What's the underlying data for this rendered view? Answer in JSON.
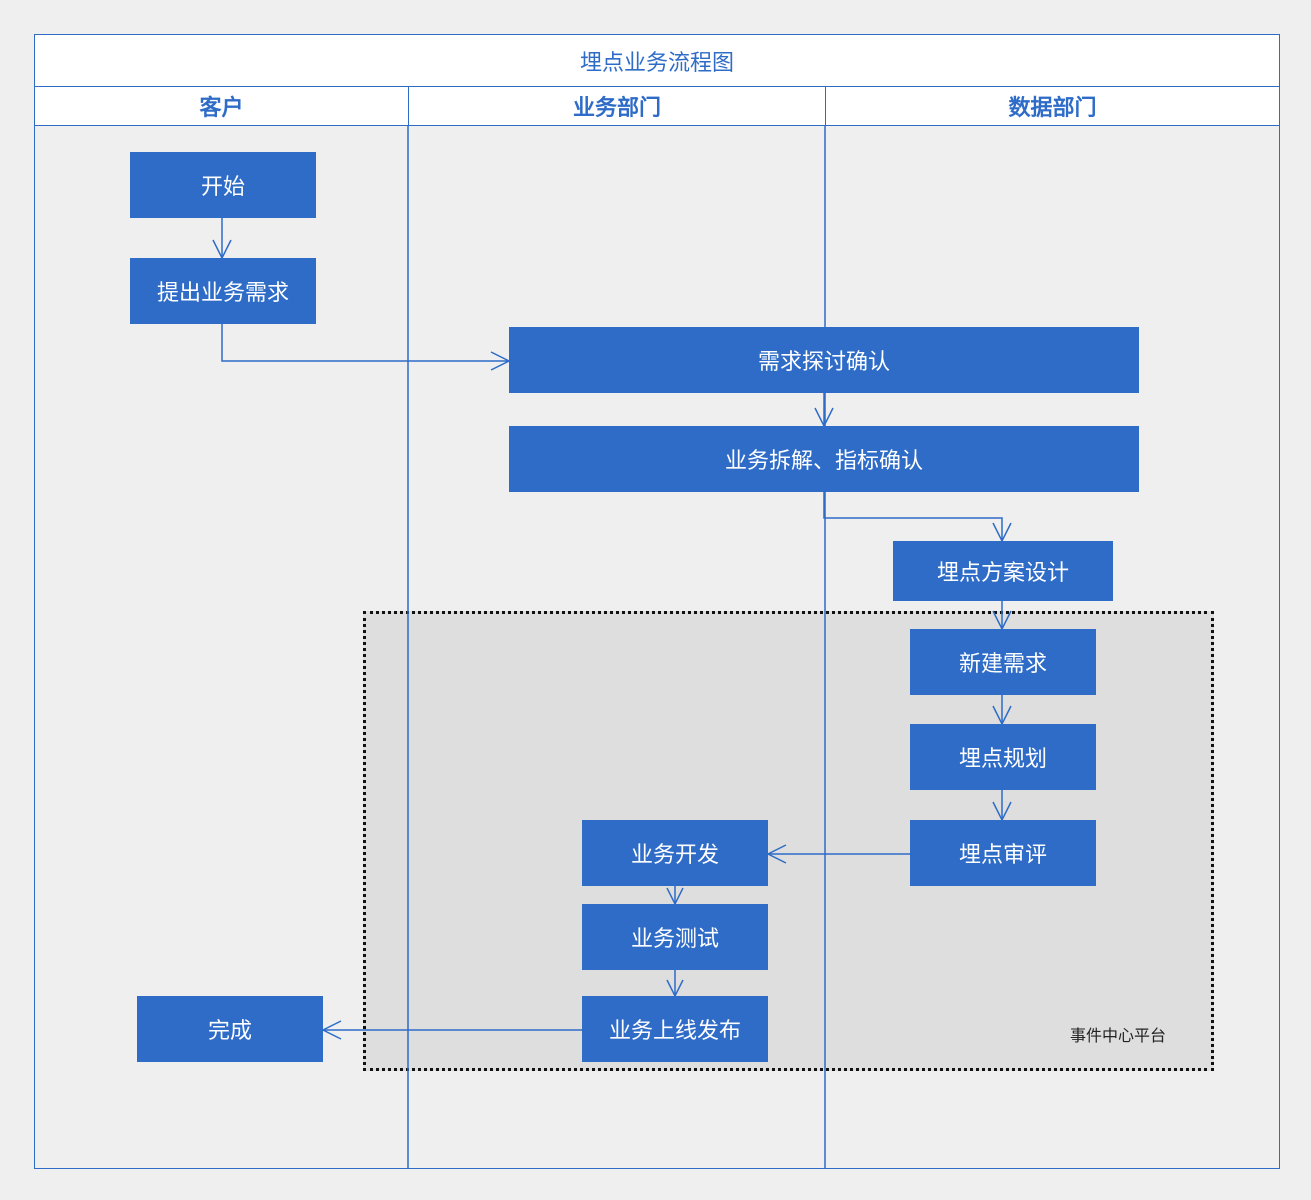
{
  "diagram": {
    "title": "埋点业务流程图",
    "lanes": [
      "客户",
      "业务部门",
      "数据部门"
    ],
    "platform_label": "事件中心平台",
    "nodes": {
      "start": "开始",
      "submit_request": "提出业务需求",
      "discuss_confirm": "需求探讨确认",
      "breakdown_metrics": "业务拆解、指标确认",
      "tracking_design": "埋点方案设计",
      "new_request": "新建需求",
      "tracking_plan": "埋点规划",
      "tracking_review": "埋点审评",
      "dev": "业务开发",
      "test": "业务测试",
      "release": "业务上线发布",
      "done": "完成"
    },
    "colors": {
      "accent": "#2e6cc8",
      "background": "#efefef",
      "platform_zone": "#dedede"
    }
  }
}
